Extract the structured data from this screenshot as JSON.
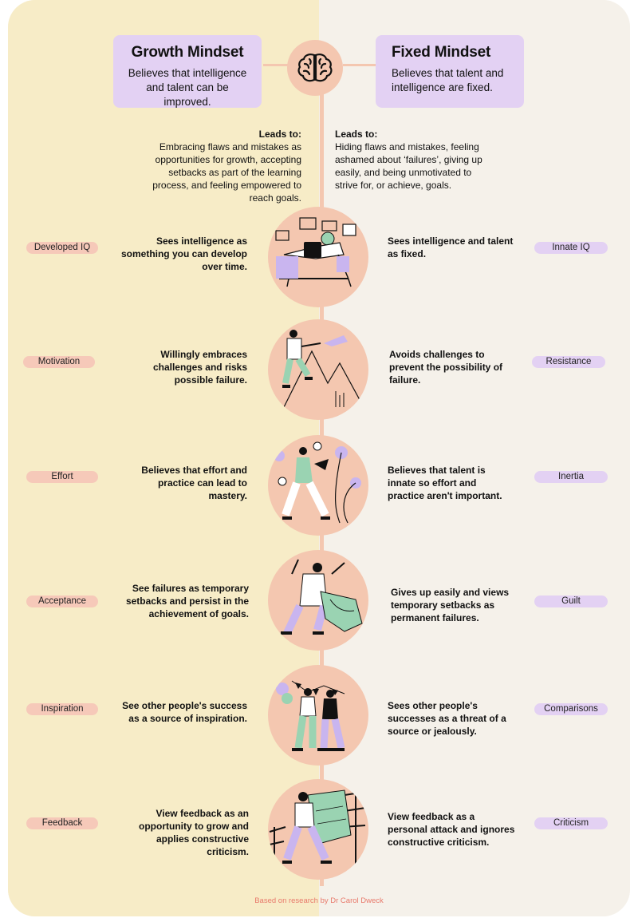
{
  "growth": {
    "title": "Growth Mindset",
    "subtitle": "Believes that intelligence and talent can be improved.",
    "leads_label": "Leads to:",
    "leads_text": "Embracing flaws and mistakes as opportunities for growth, accepting setbacks as part of the learning process, and feeling empowered to reach goals."
  },
  "fixed": {
    "title": "Fixed Mindset",
    "subtitle": "Believes that talent and intelligence are fixed.",
    "leads_label": "Leads to:",
    "leads_text": "Hiding flaws and mistakes, feeling ashamed about ‘failures’, giving up easily, and being unmotivated to strive for, or achieve, goals."
  },
  "center_icon": "brain-icon",
  "rows": [
    {
      "left_label": "Developed IQ",
      "left_text": "Sees intelligence as something you can develop over time.",
      "right_text": "Sees intelligence and talent as fixed.",
      "right_label": "Innate IQ",
      "illustration": "desk-illustration"
    },
    {
      "left_label": "Motivation",
      "left_text": "Willingly embraces challenges and risks possible failure.",
      "right_text": "Avoids challenges to prevent the possibility of failure.",
      "right_label": "Resistance",
      "illustration": "mountain-illustration"
    },
    {
      "left_label": "Effort",
      "left_text": "Believes that effort and practice can lead to mastery.",
      "right_text": "Believes that talent is innate so effort and practice aren't important.",
      "right_label": "Inertia",
      "illustration": "plants-illustration"
    },
    {
      "left_label": "Acceptance",
      "left_text": "See failures as temporary setbacks and persist in the achievement of goals.",
      "right_text": "Gives up easily and views temporary setbacks as permanent failures.",
      "right_label": "Guilt",
      "illustration": "setback-illustration"
    },
    {
      "left_label": "Inspiration",
      "left_text": "See other people's success as a source of inspiration.",
      "right_text": "Sees other people's successes as a threat of a source or jealously.",
      "right_label": "Comparisons",
      "illustration": "celebration-illustration"
    },
    {
      "left_label": "Feedback",
      "left_text": "View feedback as an opportunity to grow and applies constructive criticism.",
      "right_text": "View feedback as a personal attack and ignores constructive criticism.",
      "right_label": "Criticism",
      "illustration": "map-illustration"
    }
  ],
  "footer": "Based on research  by Dr Carol Dweck",
  "colors": {
    "growth_bg": "#f7ecc7",
    "fixed_bg": "#f5f1ea",
    "accent_peach": "#f4c7b0",
    "accent_lilac": "#e3d1f3",
    "footer_text": "#e8796b"
  }
}
